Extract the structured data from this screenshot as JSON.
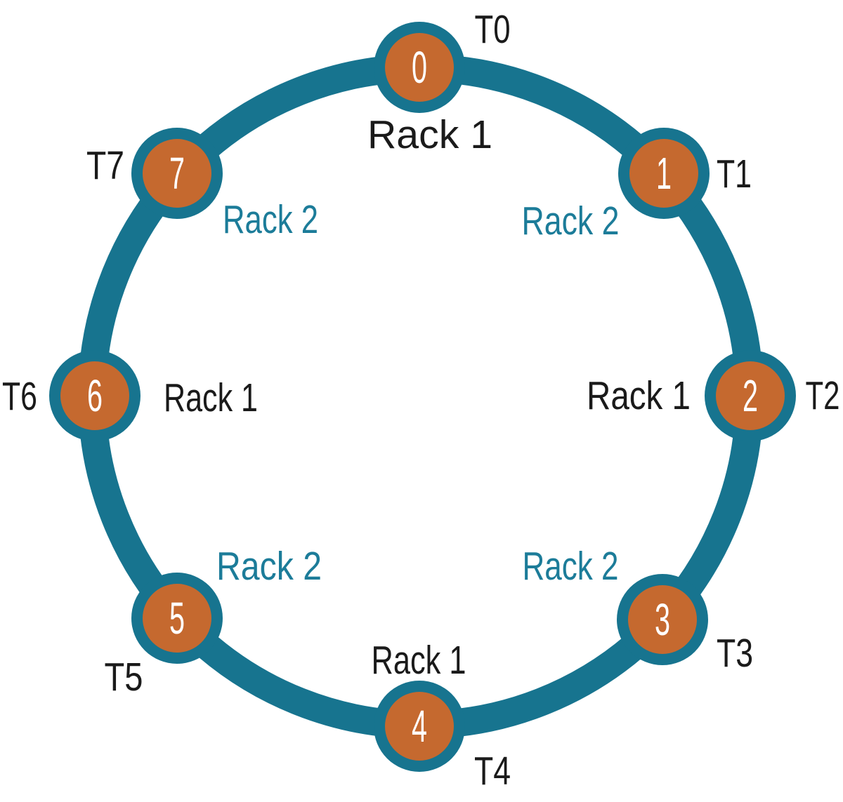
{
  "diagram": {
    "type": "ring-topology",
    "nodes": [
      {
        "id": "0",
        "t_label": "T0",
        "rack": "Rack 1"
      },
      {
        "id": "1",
        "t_label": "T1",
        "rack": "Rack 2"
      },
      {
        "id": "2",
        "t_label": "T2",
        "rack": "Rack 1"
      },
      {
        "id": "3",
        "t_label": "T3",
        "rack": "Rack 2"
      },
      {
        "id": "4",
        "t_label": "T4",
        "rack": "Rack 1"
      },
      {
        "id": "5",
        "t_label": "T5",
        "rack": "Rack 2"
      },
      {
        "id": "6",
        "t_label": "T6",
        "rack": "Rack 1"
      },
      {
        "id": "7",
        "t_label": "T7",
        "rack": "Rack 2"
      }
    ],
    "colors": {
      "background": "#FFFFFF",
      "ring": "#17748F",
      "node_fill": "#C5692F",
      "node_text": "#FFFFFF",
      "t_label": "#1A1A1A",
      "rack1_label": "#1A1A1A",
      "rack2_label": "#1C7C99"
    }
  }
}
